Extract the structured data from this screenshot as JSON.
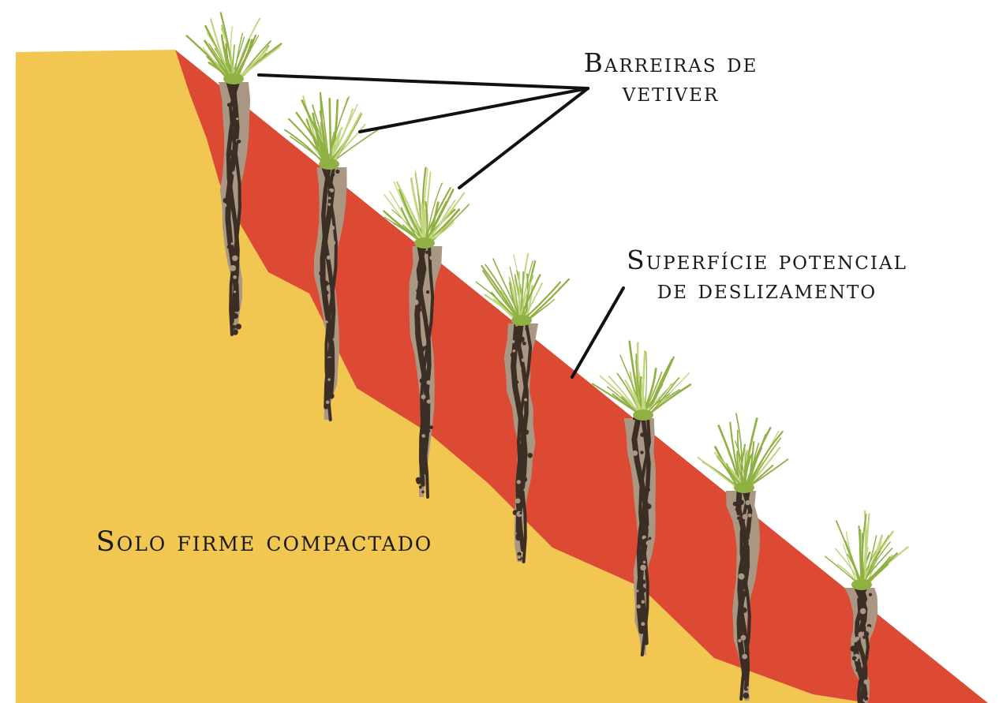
{
  "diagram": {
    "labels": {
      "barrier": [
        "Barreiras de",
        "vetiver"
      ],
      "slip_surface": [
        "Superfície potencial",
        "de deslizamento"
      ],
      "firm_soil": "Solo firme compactado"
    },
    "colors": {
      "firm_soil": "#f2c751",
      "unstable_layer": "#dd4a33",
      "grass": "#8fb043",
      "grass_light": "#c2d67e",
      "root": "#3b2f25",
      "root_light": "#a99683",
      "leader_line": "#111111"
    },
    "icons": {
      "plant": "vetiver-grass-clump-icon"
    },
    "plant_count": 7
  }
}
